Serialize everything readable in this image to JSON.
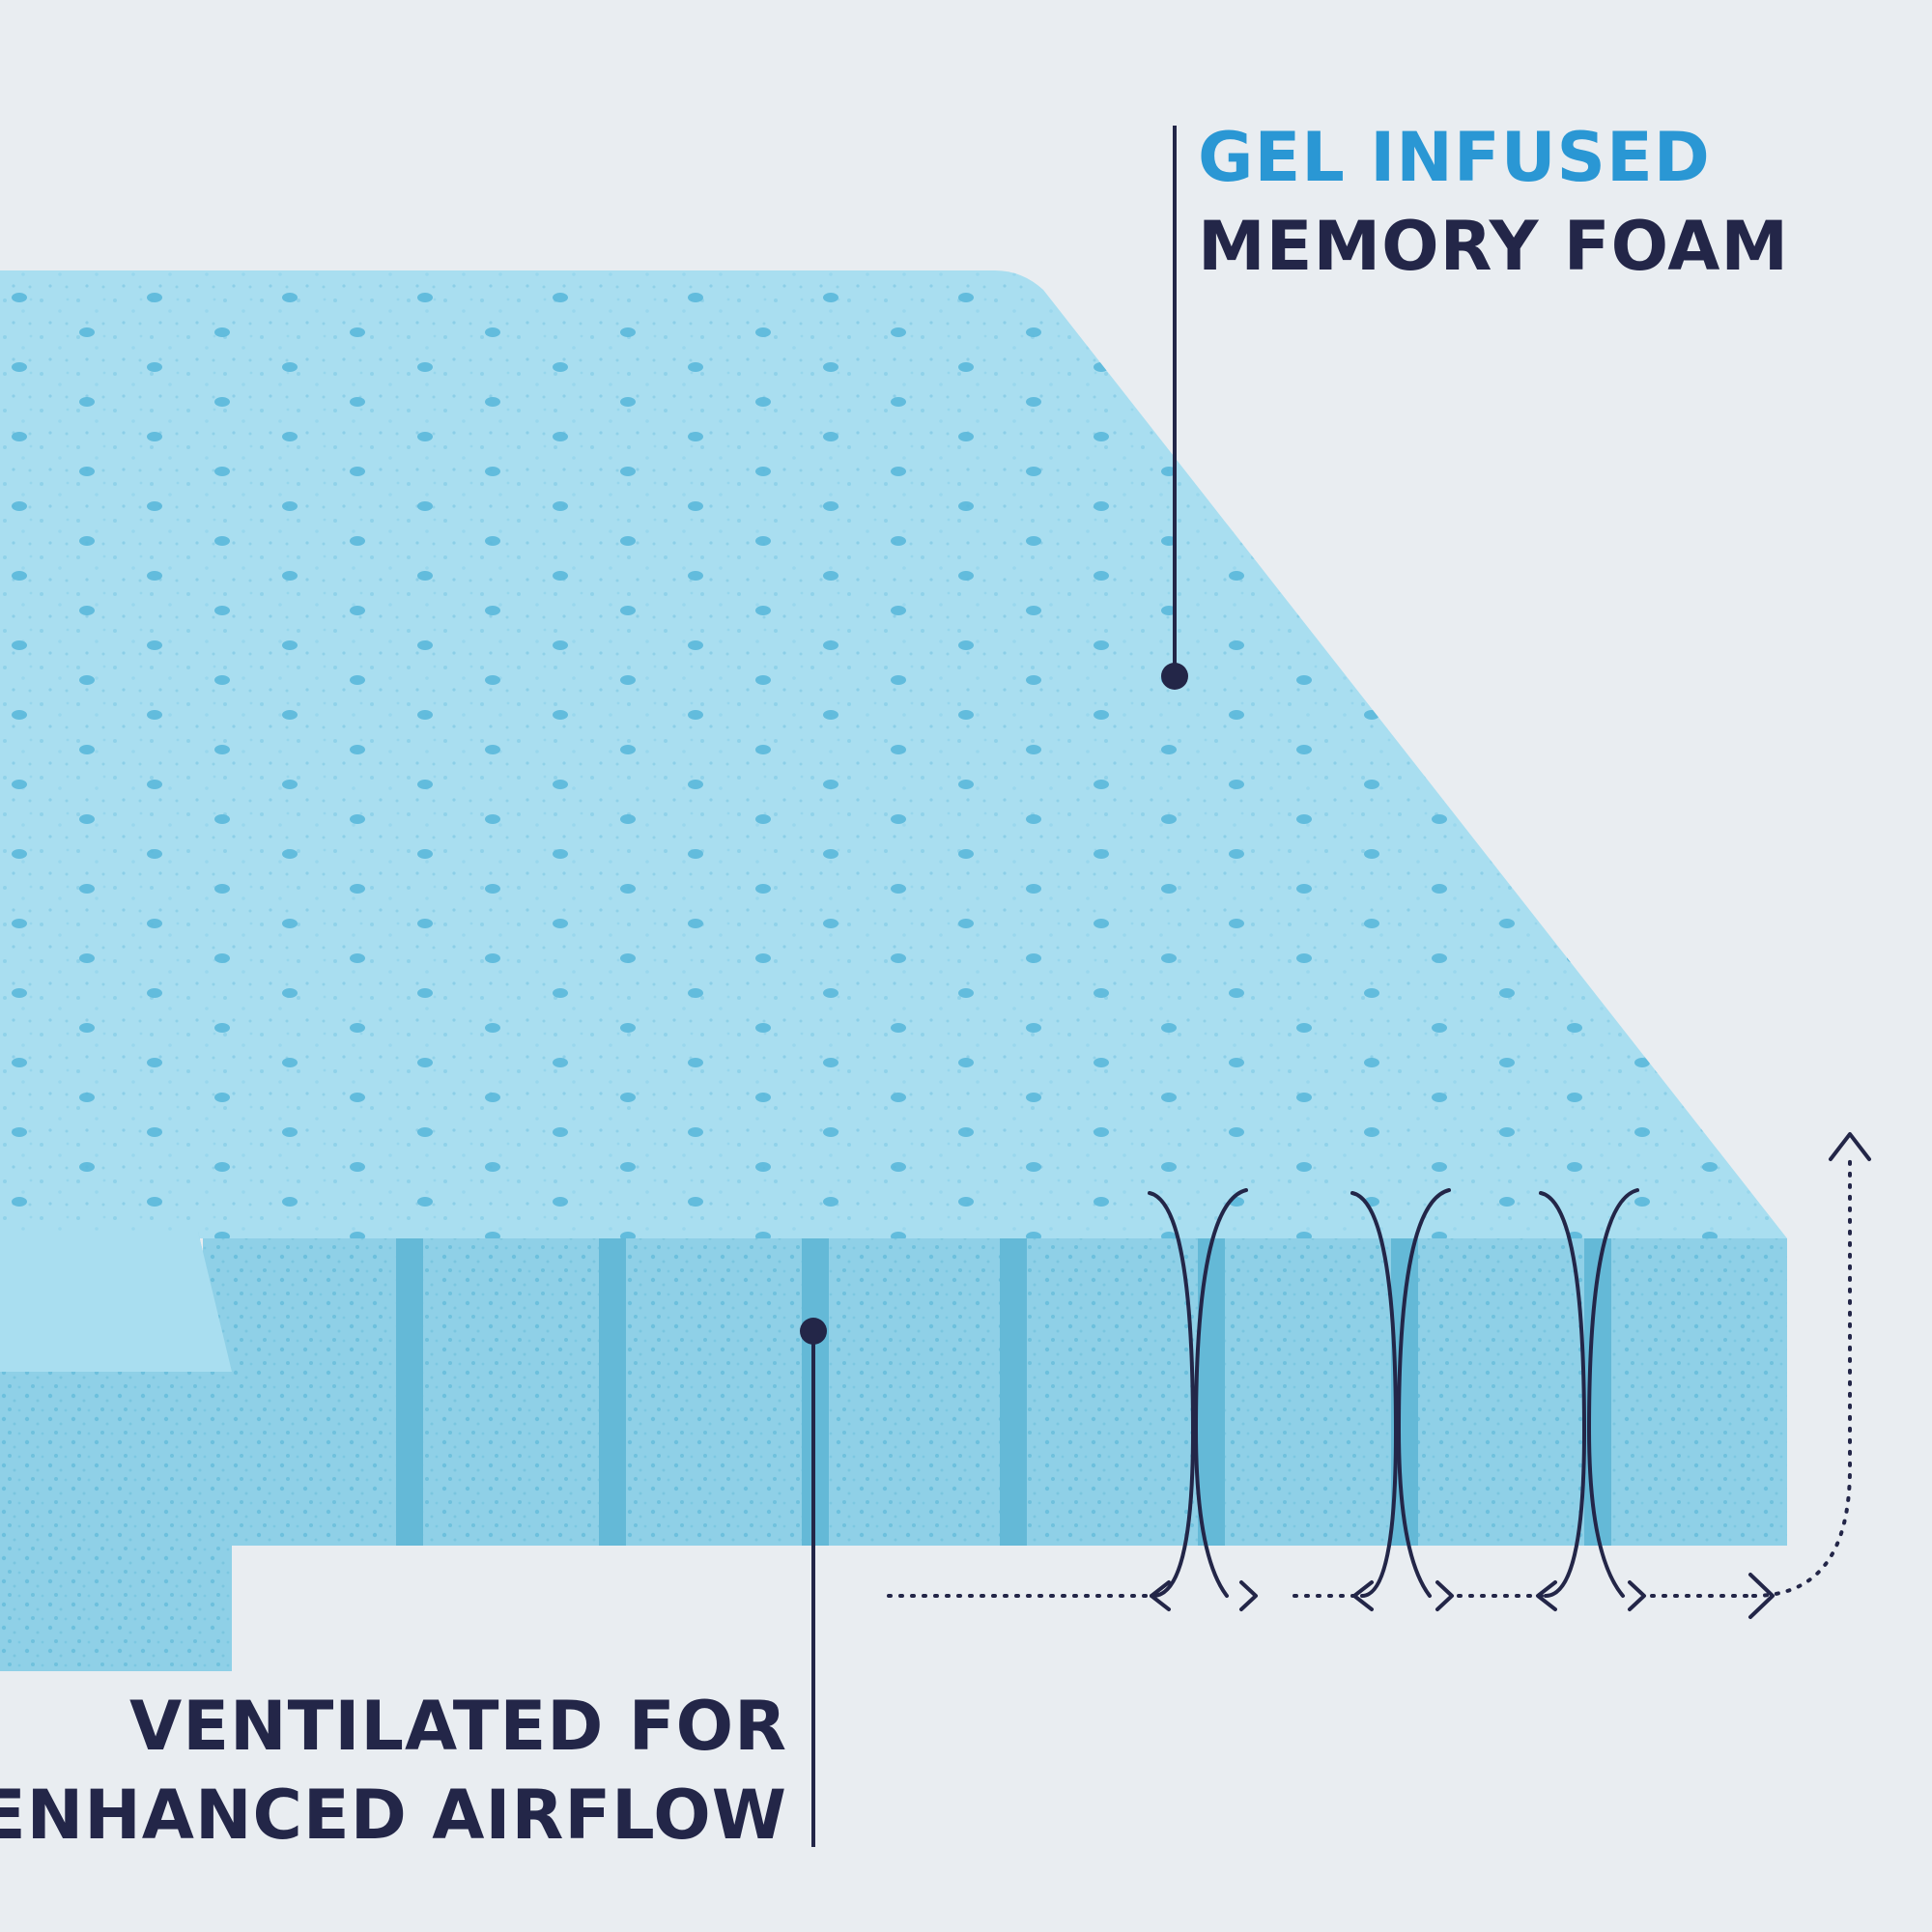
{
  "colors": {
    "background": "#e9edf1",
    "foam": "#a9def0",
    "foam_shadow": "#8fd0e7",
    "hole": "#5ab8db",
    "accent": "#2a97d4",
    "dark": "#232648"
  },
  "callouts": {
    "gel": {
      "line1": "GEL INFUSED",
      "line2": "MEMORY FOAM"
    },
    "ventilation": {
      "line1": "VENTILATED FOR",
      "line2": "ENHANCED AIRFLOW"
    }
  },
  "icons": {
    "airflow": "airflow-arrow-icon",
    "pointer": "callout-dot-icon"
  }
}
